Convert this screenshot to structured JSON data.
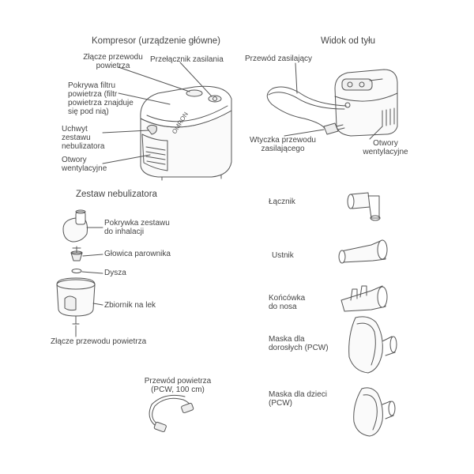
{
  "compressor": {
    "title": "Kompresor (urządzenie główne)",
    "air_connector": "Złącze przewodu\npowietrza",
    "power_switch": "Przełącznik zasilania",
    "filter_cover": "Pokrywa filtru\npowietrza (filtr\npowietrza znajduje\nsię pod nią)",
    "nebulizer_holder": "Uchwyt\nzestawu\nnebulizatora",
    "vents": "Otwory\nwentylacyjne",
    "brand": "OMRON"
  },
  "rear": {
    "title": "Widok od tyłu",
    "power_cord": "Przewód zasilający",
    "plug": "Wtyczka przewodu\nzasilającego",
    "vents": "Otwory\nwentylacyjne"
  },
  "nebulizer": {
    "title": "Zestaw nebulizatora",
    "inhalation_cap": "Pokrywka zestawu\ndo inhalacji",
    "vaporizer_head": "Głowica parownika",
    "nozzle": "Dysza",
    "medication_tank": "Zbiornik na lek",
    "air_tube_connector": "Złącze przewodu powietrza"
  },
  "tube": {
    "label": "Przewód powietrza\n(PCW, 100 cm)"
  },
  "accessories": {
    "connector": "Łącznik",
    "mouthpiece": "Ustnik",
    "nasal": "Końcówka\ndo nosa",
    "adult_mask": "Maska dla\ndorosłych (PCW)",
    "child_mask": "Maska dla dzieci\n(PCW)"
  }
}
